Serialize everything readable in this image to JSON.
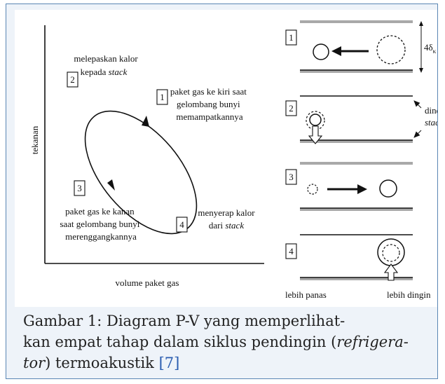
{
  "pv_diagram": {
    "ylabel": "tekanan",
    "xlabel": "volume paket gas",
    "steps": [
      {
        "number": "1",
        "lines": [
          "paket gas ke kiri saat",
          "gelombang bunyi",
          "memampatkannya"
        ]
      },
      {
        "number": "2",
        "line1": "melepaskan kalor",
        "line2_prefix": "kepada ",
        "line2_italic": "stack"
      },
      {
        "number": "3",
        "lines": [
          "paket gas ke kanan",
          "saat gelombang bunyi",
          "merenggangkannya"
        ]
      },
      {
        "number": "4",
        "line1": "menyerap kalor",
        "line2_prefix": "dari ",
        "line2_italic": "stack"
      }
    ]
  },
  "stages": {
    "labels": [
      "1",
      "2",
      "3",
      "4"
    ],
    "gap_label": "4δ",
    "gap_subscript": "κ",
    "wall_label_1": "dinding",
    "wall_label_2": "stack",
    "bottom_left": "lebih panas",
    "bottom_right": "lebih dingin"
  },
  "caption": {
    "prefix": "Gambar 1: Diagram P-V yang memperlihat-",
    "line2": "kan empat tahap dalam siklus pendingin (",
    "italic1": "refrigera-",
    "italic2": "tor",
    "line3": ") termoakustik ",
    "cite": "[7]"
  },
  "colors": {
    "frame_border": "#5a86b4",
    "frame_bg": "#eef3f9",
    "stack_gray": "#a9a9a9",
    "citation": "#2a5db0"
  }
}
